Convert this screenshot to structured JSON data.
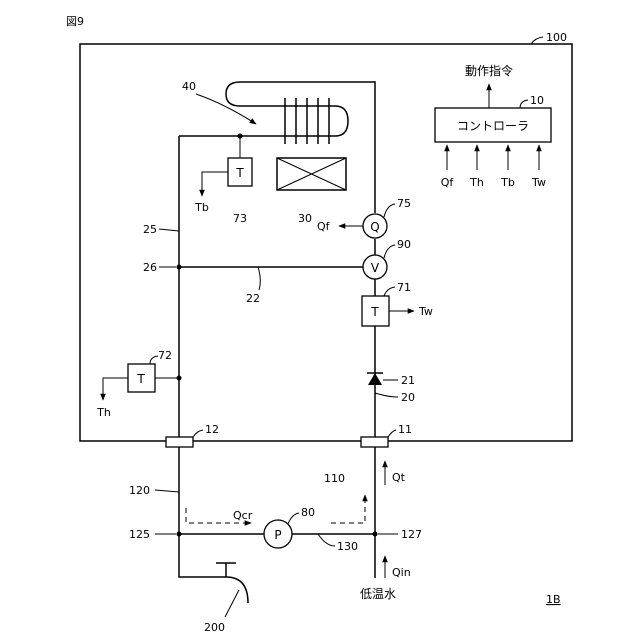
{
  "figure_label": "図9",
  "housing": {
    "ref": "100"
  },
  "system_ref": "1B",
  "controller": {
    "label": "コントローラ",
    "ref": "10",
    "output": "動作指令",
    "inputs": [
      "Qf",
      "Th",
      "Tb",
      "Tw"
    ]
  },
  "heat_exchanger": {
    "ref": "40"
  },
  "fan": {
    "ref": "30"
  },
  "sensors": {
    "t73": {
      "symbol": "T",
      "ref": "73",
      "output": "Tb"
    },
    "t72": {
      "symbol": "T",
      "ref": "72",
      "output": "Th"
    },
    "t71": {
      "symbol": "T",
      "ref": "71",
      "output": "Tw"
    },
    "q75": {
      "symbol": "Q",
      "ref": "75",
      "output": "Qf"
    }
  },
  "valve": {
    "symbol": "V",
    "ref": "90"
  },
  "check_valve": {
    "ref": "21"
  },
  "pump": {
    "symbol": "P",
    "ref": "80",
    "flow_label": "Qcr"
  },
  "pipes": {
    "p25": "25",
    "p26": "26",
    "p22": "22",
    "p20": "20",
    "p120": "120",
    "p125": "125",
    "p130": "130",
    "p110": "110",
    "p127": "127"
  },
  "connectors": {
    "c12": "12",
    "c11": "11"
  },
  "flows": {
    "qt": "Qt",
    "qin": "Qin"
  },
  "inlet_label": "低温水",
  "outlet": {
    "ref": "200"
  }
}
